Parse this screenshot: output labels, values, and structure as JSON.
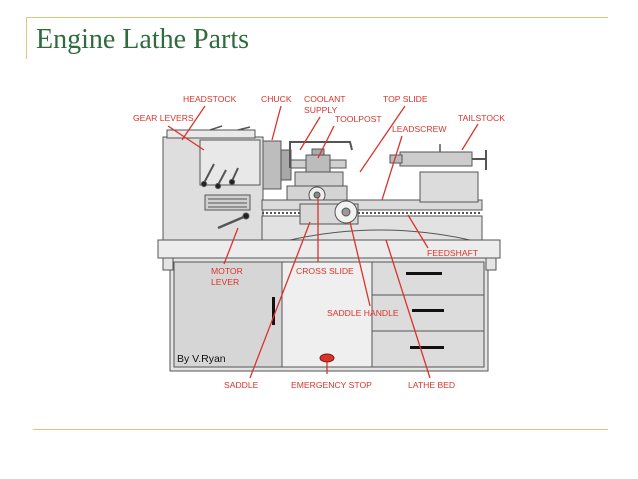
{
  "slide": {
    "title": "Engine Lathe Parts"
  },
  "diagram": {
    "credit": "By V.Ryan",
    "labels": {
      "headstock": "HEADSTOCK",
      "chuck": "CHUCK",
      "coolant_1": "COOLANT",
      "coolant_2": "SUPPLY",
      "top_slide": "TOP SLIDE",
      "gear_levers": "GEAR LEVERS",
      "toolpost": "TOOLPOST",
      "leadscrew": "LEADSCREW",
      "tailstock": "TAILSTOCK",
      "feedshaft": "FEEDSHAFT",
      "motor_lever_1": "MOTOR",
      "motor_lever_2": "LEVER",
      "cross_slide": "CROSS SLIDE",
      "saddle_handle": "SADDLE HANDLE",
      "saddle": "SADDLE",
      "emergency_stop": "EMERGENCY STOP",
      "lathe_bed": "LATHE BED"
    },
    "colors": {
      "label": "#d9342b",
      "machine_fill": "#e6e6e6",
      "machine_stroke": "#555555",
      "title": "#2f6b3c",
      "rule": "#e2c57a"
    }
  }
}
